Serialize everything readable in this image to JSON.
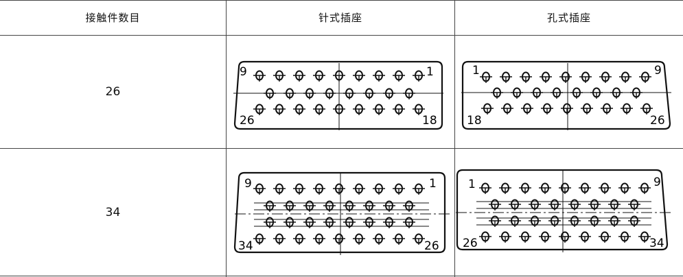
{
  "headers": {
    "contacts": "接触件数目",
    "pin_socket": "针式插座",
    "hole_socket": "孔式插座"
  },
  "rows": [
    {
      "count": "26",
      "pin_labels": {
        "top_left": "9",
        "top_right": "1",
        "bottom_left": "26",
        "bottom_right": "18"
      },
      "hole_labels": {
        "top_left": "1",
        "top_right": "9",
        "bottom_left": "18",
        "bottom_right": "26"
      }
    },
    {
      "count": "34",
      "pin_labels": {
        "top_left": "9",
        "top_right": "1",
        "bottom_left": "34",
        "bottom_right": "26"
      },
      "hole_labels": {
        "top_left": "1",
        "top_right": "9",
        "bottom_left": "26",
        "bottom_right": "34"
      }
    }
  ]
}
